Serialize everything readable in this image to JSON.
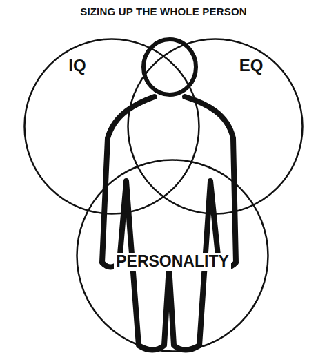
{
  "diagram": {
    "title": "SIZING UP THE WHOLE PERSON",
    "nodes": [
      {
        "text": [
          "IQ"
        ]
      },
      {
        "text": [
          "EQ"
        ]
      },
      {
        "text": [
          "PERSONALITY"
        ]
      }
    ]
  }
}
